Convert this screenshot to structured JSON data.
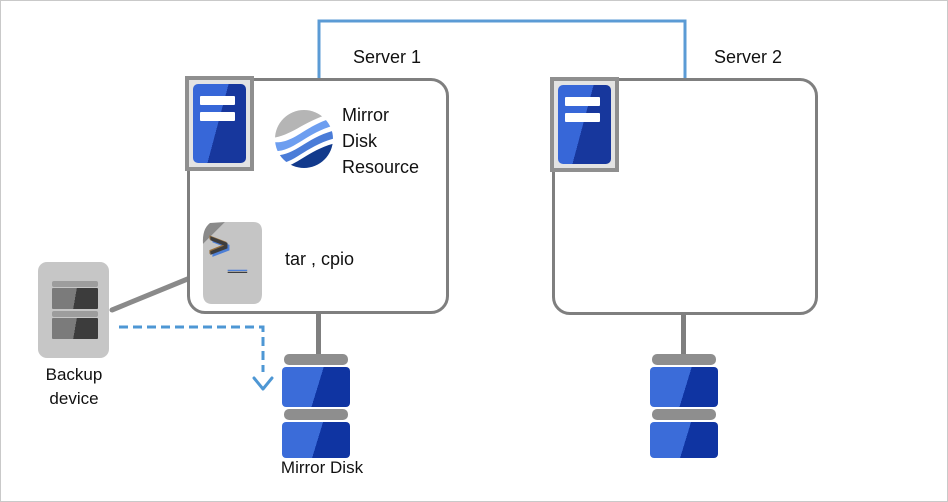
{
  "labels": {
    "server1": "Server 1",
    "server2": "Server 2",
    "mirror_disk_resource_lines": [
      "Mirror",
      "Disk",
      "Resource"
    ],
    "script_commands": "tar , cpio",
    "script_prompt": ">",
    "script_cursor": "_",
    "backup_device_lines": [
      "Backup",
      "device"
    ],
    "mirror_disk": "Mirror Disk"
  },
  "icons": {
    "server": "server-tower-icon",
    "mirror_disk_resource": "globe-waves-icon",
    "script": "shell-script-icon",
    "backup_device": "tape-drive-icon",
    "mirror_disk": "disk-stack-icon"
  },
  "colors": {
    "interconnect_blue": "#5B9BD5",
    "backup_arrow_blue": "#4E97D4",
    "connector_gray": "#7F7F7F",
    "diagonal_gray": "#8A8A8A",
    "box_border_gray": "#7F7F7F",
    "server_blue_light": "#3767D8",
    "server_blue_dark": "#17379D",
    "disk_blue_light": "#3B6CD9",
    "disk_blue_dark": "#0F34A2",
    "disk_cap_gray": "#8E8E8E",
    "globe_gray": "#B5B5B5",
    "globe_light_blue": "#6D9EF0",
    "globe_mid_blue": "#4A7CD8",
    "globe_navy": "#123A8C"
  }
}
